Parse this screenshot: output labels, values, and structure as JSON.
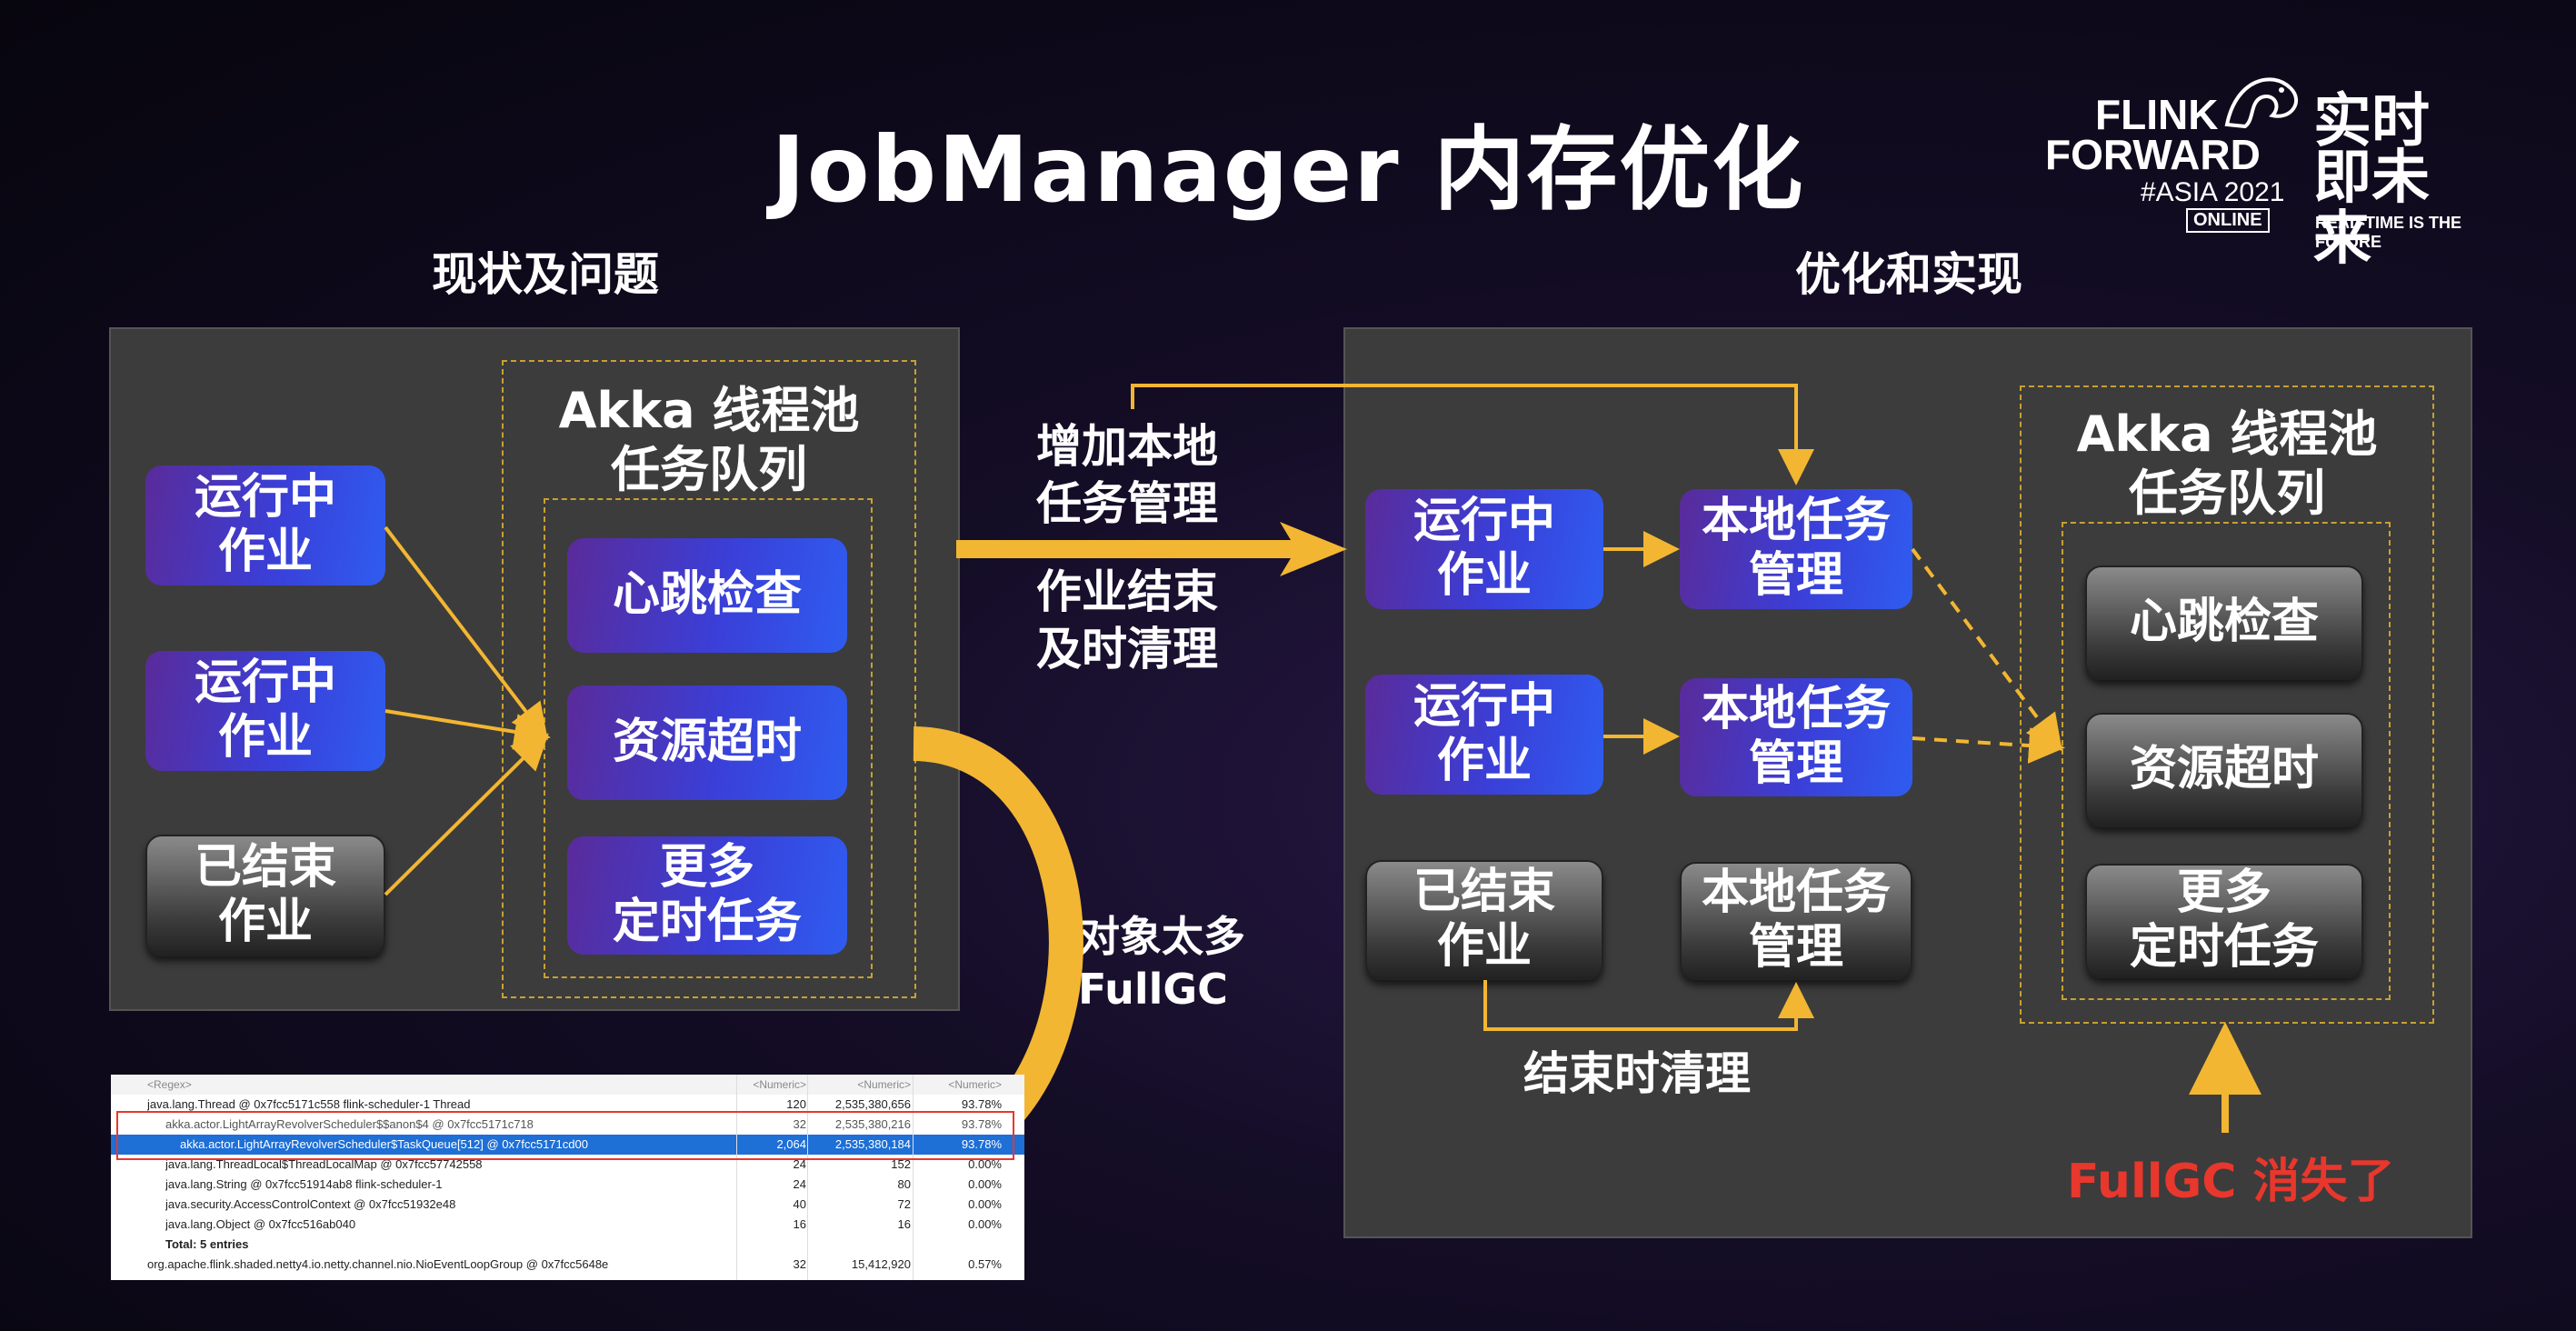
{
  "title": "JobManager 内存优化",
  "left_section_title": "现状及问题",
  "right_section_title": "优化和实现",
  "logo": {
    "line1": "FLINK",
    "line2": "FORWARD",
    "line3": "#ASIA 2021",
    "badge": "ONLINE",
    "cn1": "实时",
    "cn2": "即未来",
    "tagline": "REAL-TIME IS THE FUTURE"
  },
  "left": {
    "pool_title": "Akka 线程池\n任务队列",
    "jobs": [
      "运行中\n作业",
      "运行中\n作业",
      "已结束\n作业"
    ],
    "tasks": [
      "心跳检查",
      "资源超时",
      "更多\n定时任务"
    ]
  },
  "middle": {
    "add_local": "增加本地\n任务管理",
    "cleanup": "作业结束\n及时清理",
    "too_many": "对象太多\nFullGC"
  },
  "right": {
    "pool_title": "Akka 线程池\n任务队列",
    "jobs": [
      "运行中\n作业",
      "运行中\n作业",
      "已结束\n作业"
    ],
    "managers": [
      "本地任务\n管理",
      "本地任务\n管理",
      "本地任务\n管理"
    ],
    "tasks": [
      "心跳检查",
      "资源超时",
      "更多\n定时任务"
    ],
    "cleanup_label": "结束时清理",
    "fullgc_gone": "FullGC 消失了"
  },
  "colors": {
    "accent_arrow": "#f2b632",
    "fullgc_red": "#e8372c",
    "selection": "#1e6fd6"
  },
  "heap_table": {
    "header": [
      "<Regex>",
      "<Numeric>",
      "<Numeric>",
      "<Numeric>"
    ],
    "rows": [
      {
        "name": "java.lang.Thread @ 0x7fcc5171c558  flink-scheduler-1  Thread",
        "c1": "120",
        "c2": "2,535,380,656",
        "c3": "93.78%"
      },
      {
        "name": "akka.actor.LightArrayRevolverScheduler$$anon$4 @ 0x7fcc5171c718",
        "c1": "32",
        "c2": "2,535,380,216",
        "c3": "93.78%"
      },
      {
        "name": "akka.actor.LightArrayRevolverScheduler$TaskQueue[512] @ 0x7fcc5171cd00",
        "c1": "2,064",
        "c2": "2,535,380,184",
        "c3": "93.78%"
      },
      {
        "name": "java.lang.ThreadLocal$ThreadLocalMap @ 0x7fcc57742558",
        "c1": "24",
        "c2": "152",
        "c3": "0.00%"
      },
      {
        "name": "java.lang.String @ 0x7fcc51914ab8  flink-scheduler-1",
        "c1": "24",
        "c2": "80",
        "c3": "0.00%"
      },
      {
        "name": "java.security.AccessControlContext @ 0x7fcc51932e48",
        "c1": "40",
        "c2": "72",
        "c3": "0.00%"
      },
      {
        "name": "java.lang.Object @ 0x7fcc516ab040",
        "c1": "16",
        "c2": "16",
        "c3": "0.00%"
      },
      {
        "name": "Total: 5 entries",
        "c1": "",
        "c2": "",
        "c3": ""
      },
      {
        "name": "org.apache.flink.shaded.netty4.io.netty.channel.nio.NioEventLoopGroup @ 0x7fcc5648e",
        "c1": "32",
        "c2": "15,412,920",
        "c3": "0.57%"
      }
    ]
  }
}
